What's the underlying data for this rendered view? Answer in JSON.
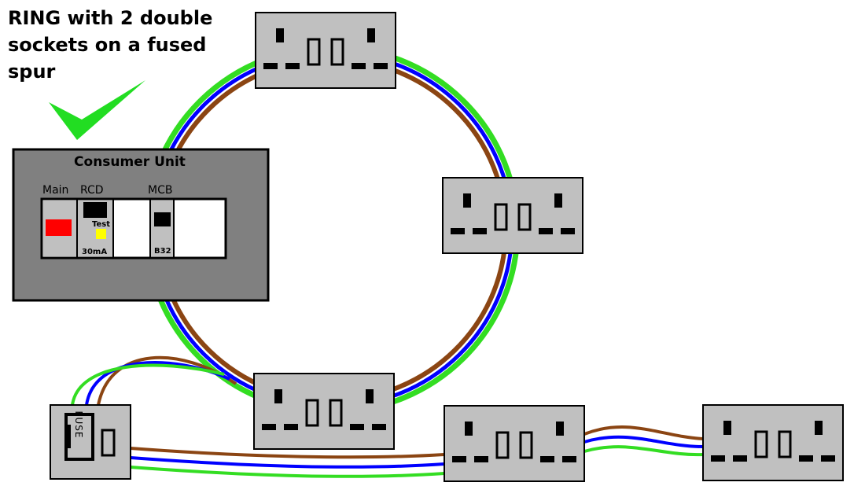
{
  "title": "RING with 2 double\nsockets on a fused\nspur",
  "consumer_unit": {
    "title": "Consumer Unit",
    "main_label": "Main",
    "rcd_label": "RCD",
    "mcb_label": "MCB",
    "test_label": "Test",
    "rcd_rating": "30mA",
    "mcb_rating": "B32"
  },
  "fused_spur": {
    "label": "FUSE"
  },
  "colors": {
    "live": "#8b4513",
    "neutral": "#0000ff",
    "earth": "#33dd22",
    "socket": "#c0c0c0",
    "unit": "#808080",
    "tick": "#22dd22"
  }
}
